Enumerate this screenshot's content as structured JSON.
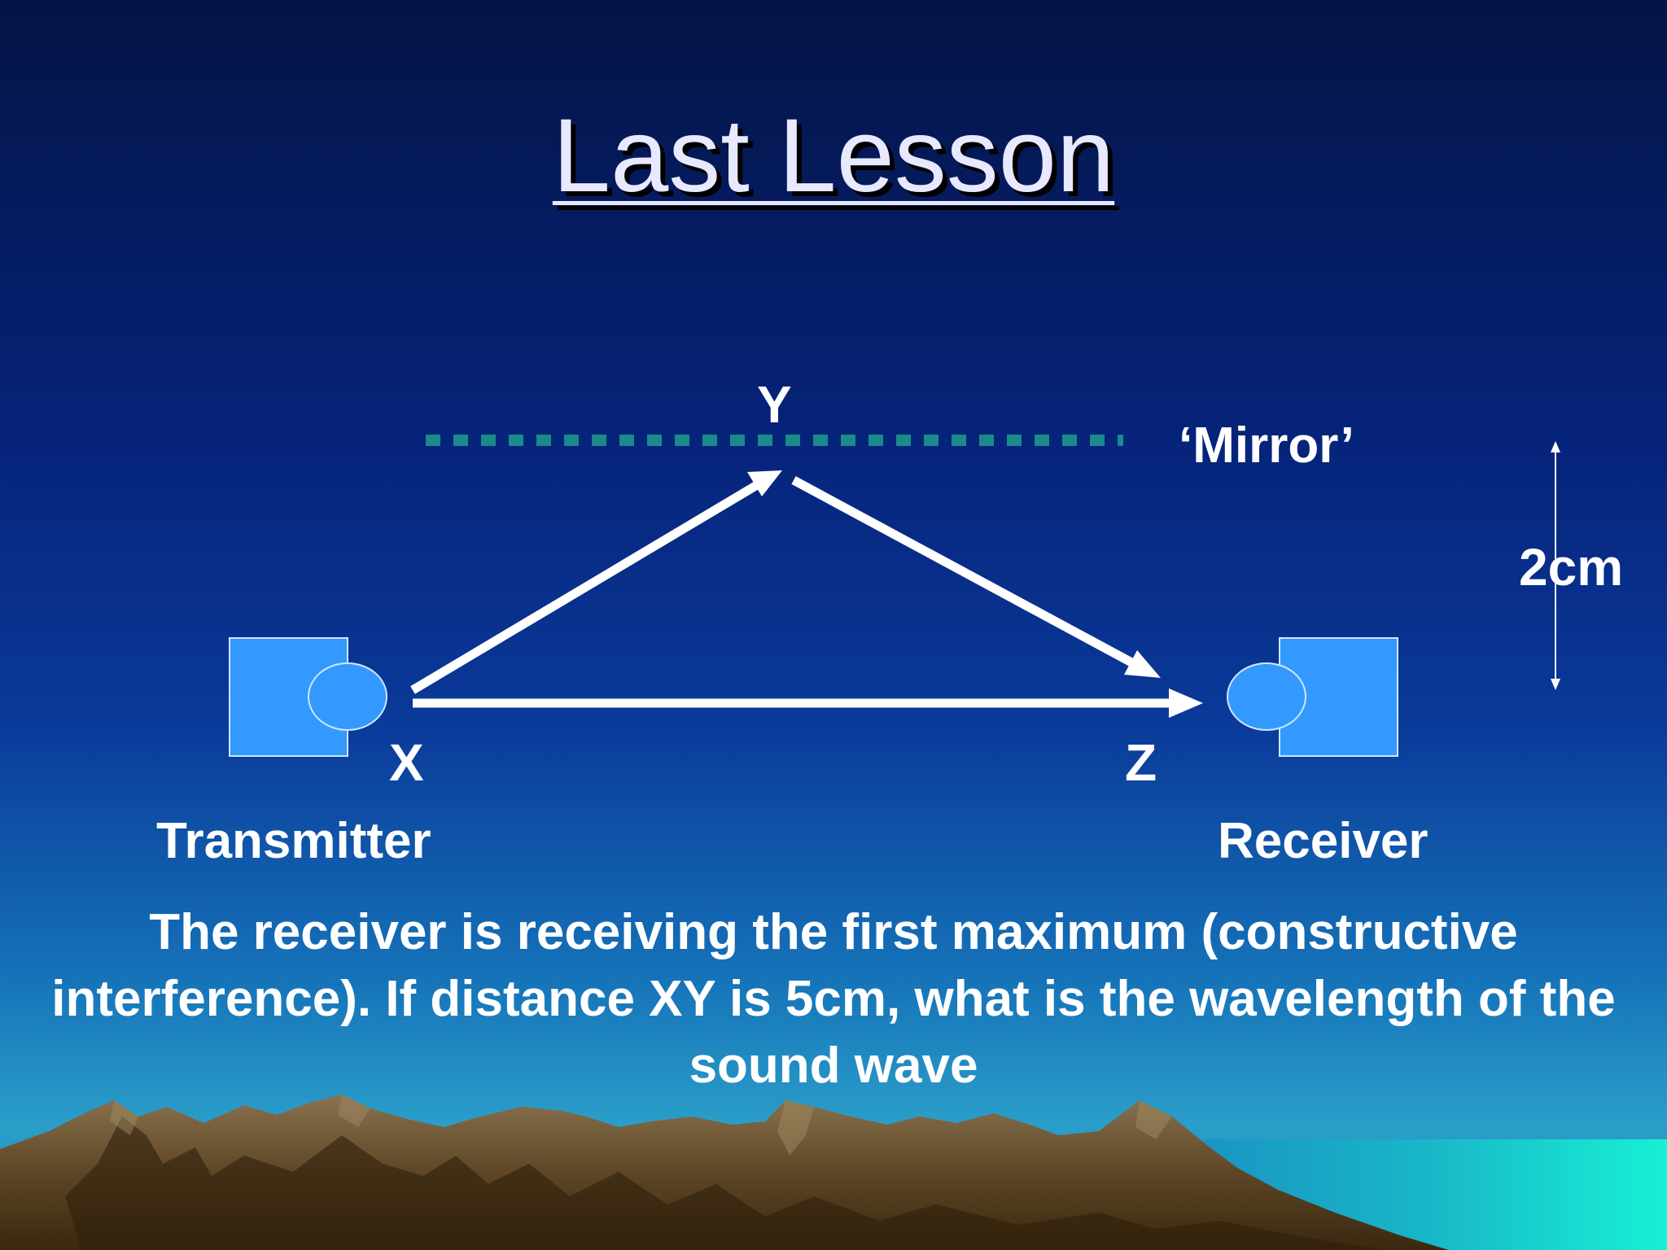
{
  "slide": {
    "title": "Last Lesson",
    "question": "The receiver is receiving the first maximum (constructive interference).  If distance XY is 5cm, what is the wavelength of the sound wave"
  },
  "diagram": {
    "labels": {
      "y": "Y",
      "x": "X",
      "z": "Z",
      "mirror": "‘Mirror’",
      "transmitter": "Transmitter",
      "receiver": "Receiver",
      "distance": "2cm"
    }
  },
  "colors": {
    "device_fill": "#3399ff",
    "mirror": "#1a8a8a",
    "arrow": "#ffffff"
  }
}
